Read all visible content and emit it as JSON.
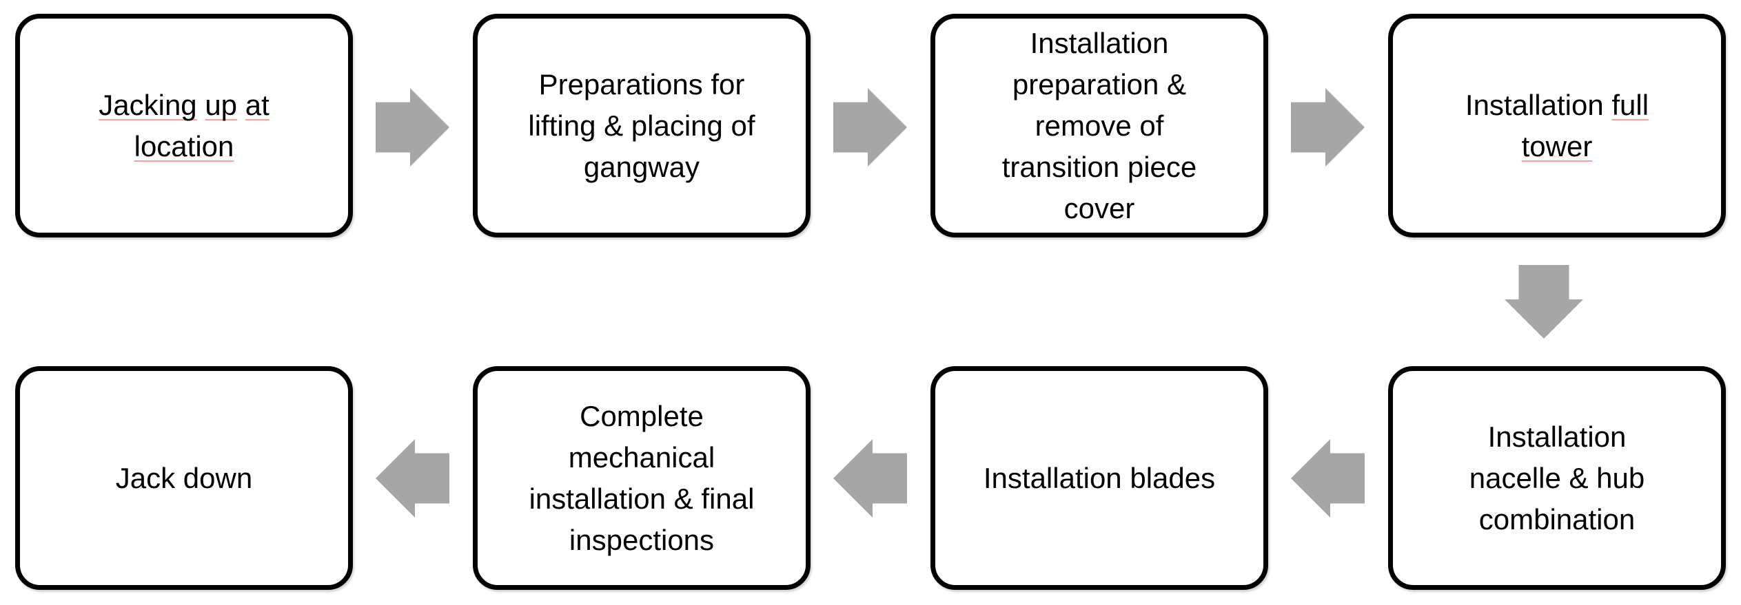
{
  "colors": {
    "background": "#ffffff",
    "box_fill": "#ffffff",
    "box_border": "#000000",
    "arrow": "#a6a6a6",
    "text": "#000000",
    "spellcheck_underline": "#ff9b9b"
  },
  "boxes": [
    {
      "id": "jacking-up-at-location",
      "label": "Jacking up at\nlocation",
      "misspelled_words": [
        "Jacking",
        "up",
        "at",
        "location"
      ]
    },
    {
      "id": "preparations-lifting-placing-gangway",
      "label": "Preparations for\nlifting & placing of\ngangway",
      "misspelled_words": []
    },
    {
      "id": "installation-preparation-remove-transition-piece-cover",
      "label": "Installation\npreparation &\nremove of\ntransition piece\ncover",
      "misspelled_words": []
    },
    {
      "id": "installation-full-tower",
      "label": "Installation full\ntower",
      "misspelled_words": [
        "full",
        "tower"
      ]
    },
    {
      "id": "installation-nacelle-hub-combination",
      "label": "Installation\nnacelle & hub\ncombination",
      "misspelled_words": []
    },
    {
      "id": "installation-blades",
      "label": "Installation blades",
      "misspelled_words": []
    },
    {
      "id": "complete-mechanical-installation-final-inspections",
      "label": "Complete\nmechanical\ninstallation & final\ninspections",
      "misspelled_words": []
    },
    {
      "id": "jack-down",
      "label": "Jack down",
      "misspelled_words": []
    }
  ],
  "arrows": [
    {
      "direction": "right",
      "from": "jacking-up-at-location",
      "to": "preparations-lifting-placing-gangway"
    },
    {
      "direction": "right",
      "from": "preparations-lifting-placing-gangway",
      "to": "installation-preparation-remove-transition-piece-cover"
    },
    {
      "direction": "right",
      "from": "installation-preparation-remove-transition-piece-cover",
      "to": "installation-full-tower"
    },
    {
      "direction": "down",
      "from": "installation-full-tower",
      "to": "installation-nacelle-hub-combination"
    },
    {
      "direction": "left",
      "from": "installation-nacelle-hub-combination",
      "to": "installation-blades"
    },
    {
      "direction": "left",
      "from": "installation-blades",
      "to": "complete-mechanical-installation-final-inspections"
    },
    {
      "direction": "left",
      "from": "complete-mechanical-installation-final-inspections",
      "to": "jack-down"
    }
  ]
}
